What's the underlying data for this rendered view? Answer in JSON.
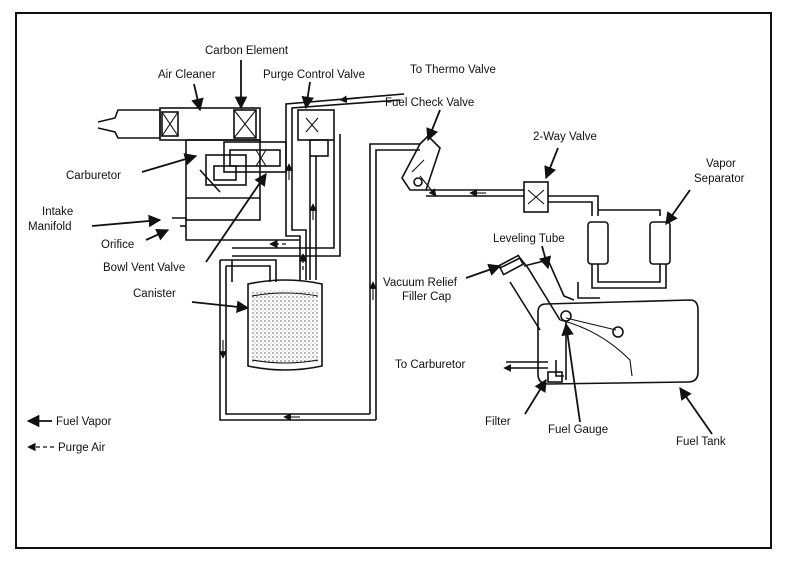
{
  "labels": {
    "carbon_element": "Carbon Element",
    "air_cleaner": "Air Cleaner",
    "purge_control_valve": "Purge Control Valve",
    "to_thermo_valve": "To Thermo Valve",
    "fuel_check_valve": "Fuel Check Valve",
    "two_way_valve": "2-Way Valve",
    "vapor": "Vapor",
    "separator": "Separator",
    "carburetor": "Carburetor",
    "intake": "Intake",
    "manifold": "Manifold",
    "orifice": "Orifice",
    "bowl_vent_valve": "Bowl Vent Valve",
    "leveling_tube": "Leveling Tube",
    "vacuum_relief": "Vacuum Relief",
    "filler_cap": "Filler Cap",
    "canister": "Canister",
    "to_carburetor": "To Carburetor",
    "filter": "Filter",
    "fuel_gauge": "Fuel Gauge",
    "fuel_tank": "Fuel Tank"
  },
  "legend": {
    "fuel_vapor": "Fuel Vapor",
    "purge_air": "Purge Air"
  }
}
